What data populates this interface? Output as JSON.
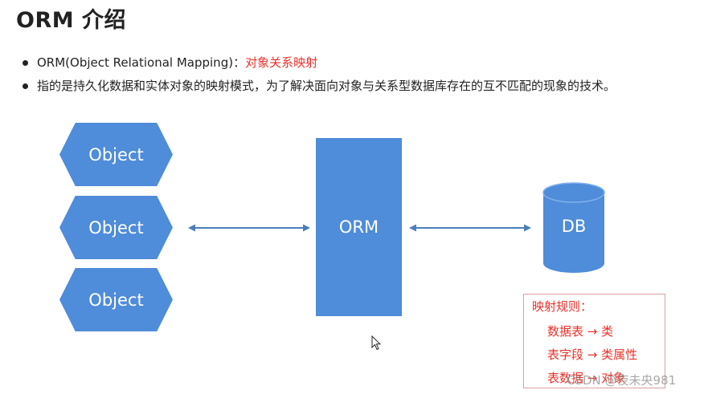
{
  "slide": {
    "title": "ORM 介绍",
    "bullets": [
      {
        "prefix": "ORM(Object Relational Mapping)：",
        "highlight": "对象关系映射"
      },
      {
        "text": "指的是持久化数据和实体对象的映射模式，为了解决面向对象与关系型数据库存在的互不匹配的现象的技术。"
      }
    ]
  },
  "diagram": {
    "objects": [
      "Object",
      "Object",
      "Object"
    ],
    "orm_label": "ORM",
    "db_label": "DB",
    "colors": {
      "shape_fill": "#4f8cd9",
      "arrow": "#4a7ebb",
      "db_top": "#6fa3e6"
    }
  },
  "rules": {
    "title": "映射规则：",
    "items": [
      "数据表 → 类",
      "表字段 → 类属性",
      "表数据 → 对象"
    ],
    "color": "#e8332c"
  },
  "watermark": "CSDN @夜未央981"
}
